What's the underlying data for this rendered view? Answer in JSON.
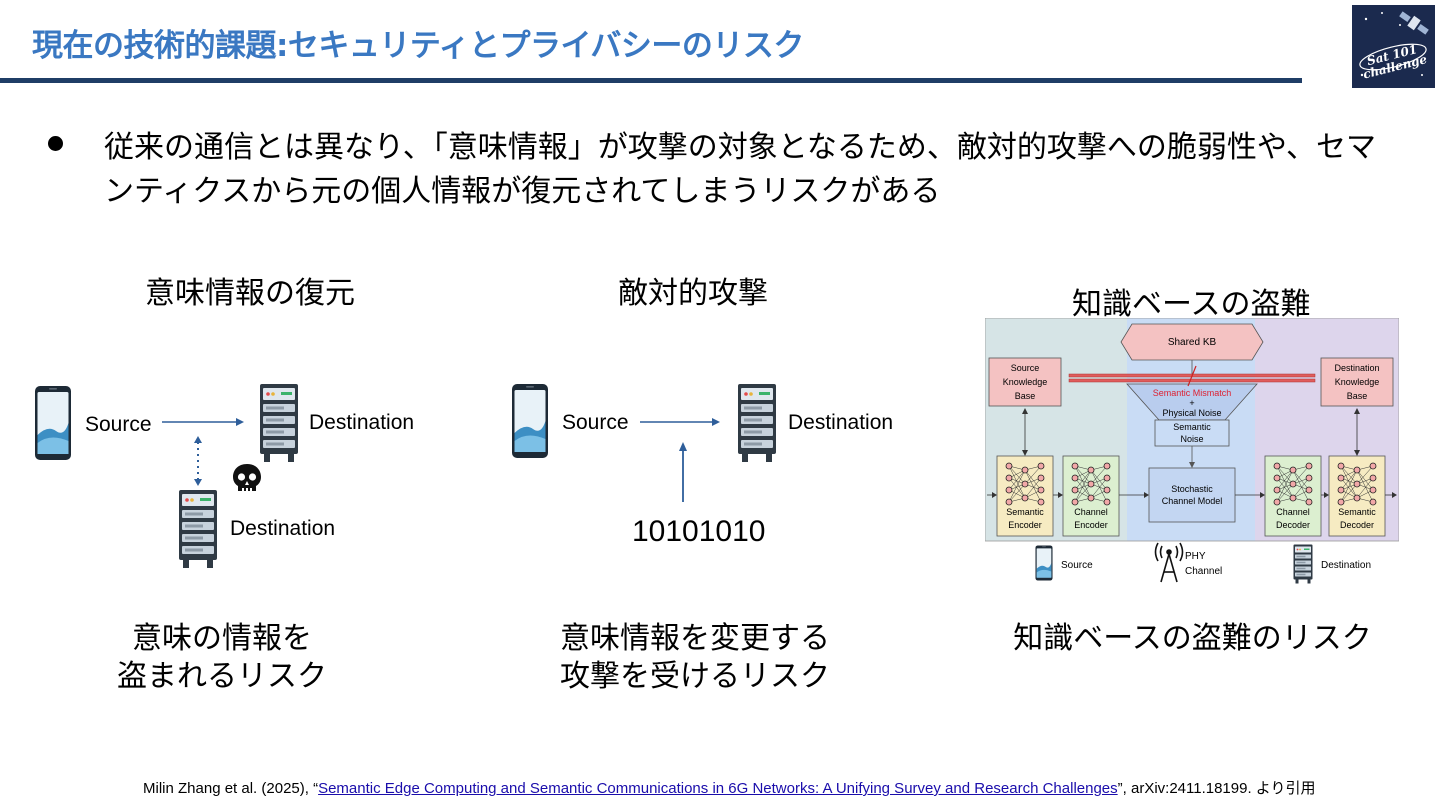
{
  "title": "現在の技術的課題:セキュリティとプライバシーのリスク",
  "logo": {
    "text_line1": "Sat 101",
    "text_line2": "challenge"
  },
  "bullet": "従来の通信とは異なり、「意味情報」が攻撃の対象となるため、敵対的攻撃への脆弱性や、セマンティクスから元の個人情報が復元されてしまうリスクがある",
  "panels": {
    "recovery": {
      "heading": "意味情報の復元",
      "source_label": "Source",
      "destination_label": "Destination",
      "attacker_label": "Destination",
      "caption_line1": "意味の情報を",
      "caption_line2": "盗まれるリスク"
    },
    "adversarial": {
      "heading": "敵対的攻撃",
      "source_label": "Source",
      "destination_label": "Destination",
      "injected_bits": "10101010",
      "caption_line1": "意味情報を変更する",
      "caption_line2": "攻撃を受けるリスク"
    },
    "kb_theft": {
      "heading": "知識ベースの盗難",
      "caption": "知識ベースの盗難のリスク",
      "figure": {
        "shared_kb": "Shared KB",
        "source_kb": [
          "Source",
          "Knowledge",
          "Base"
        ],
        "dest_kb": [
          "Destination",
          "Knowledge",
          "Base"
        ],
        "mismatch": "Semantic Mismatch",
        "plus": "+",
        "physical_noise": "Physical Noise",
        "semantic_noise": [
          "Semantic",
          "Noise"
        ],
        "channel_model": [
          "Stochastic",
          "Channel Model"
        ],
        "semantic_encoder": [
          "Semantic",
          "Encoder"
        ],
        "channel_encoder": [
          "Channel",
          "Encoder"
        ],
        "channel_decoder": [
          "Channel",
          "Decoder"
        ],
        "semantic_decoder": [
          "Semantic",
          "Decoder"
        ],
        "legend_source": "Source",
        "legend_phy": [
          "PHY",
          "Channel"
        ],
        "legend_destination": "Destination"
      }
    }
  },
  "citation": {
    "prefix": "Milin Zhang et al. (2025), “",
    "link_text": "Semantic Edge Computing and Semantic Communications in 6G Networks: A Unifying Survey and Research Challenges",
    "suffix": "”, arXiv:2411.18199. より引用"
  },
  "colors": {
    "title": "#3a78c2",
    "rule": "#1f3d66",
    "arrow": "#2e5e9a",
    "server": "#2f3a44"
  }
}
